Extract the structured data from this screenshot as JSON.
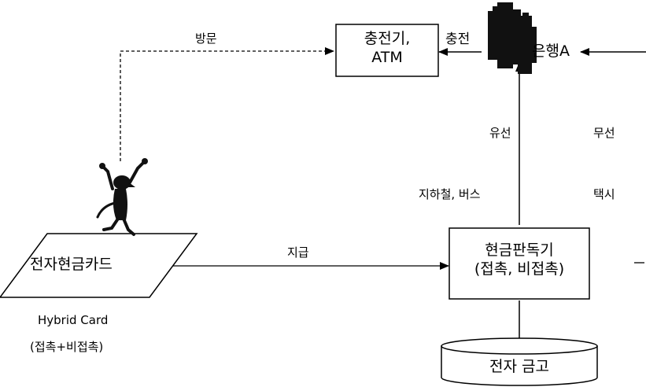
{
  "nodes": {
    "charger_atm": {
      "line1": "충전기,",
      "line2": "ATM"
    },
    "bank": {
      "label": "은행A"
    },
    "card": {
      "label": "전자현금카드"
    },
    "reader": {
      "line1": "현금판독기",
      "line2": "(접촉, 비접촉)"
    },
    "vault": {
      "label": "전자 금고"
    }
  },
  "edges": {
    "visit": "방문",
    "charge": "충전",
    "payment": "지급",
    "wired": "유선",
    "wireless": "무선",
    "wired_examples": "지하철, 버스",
    "wireless_examples": "택시"
  },
  "caption": {
    "line1": "Hybrid Card",
    "line2": "(접촉+비접촉)"
  }
}
